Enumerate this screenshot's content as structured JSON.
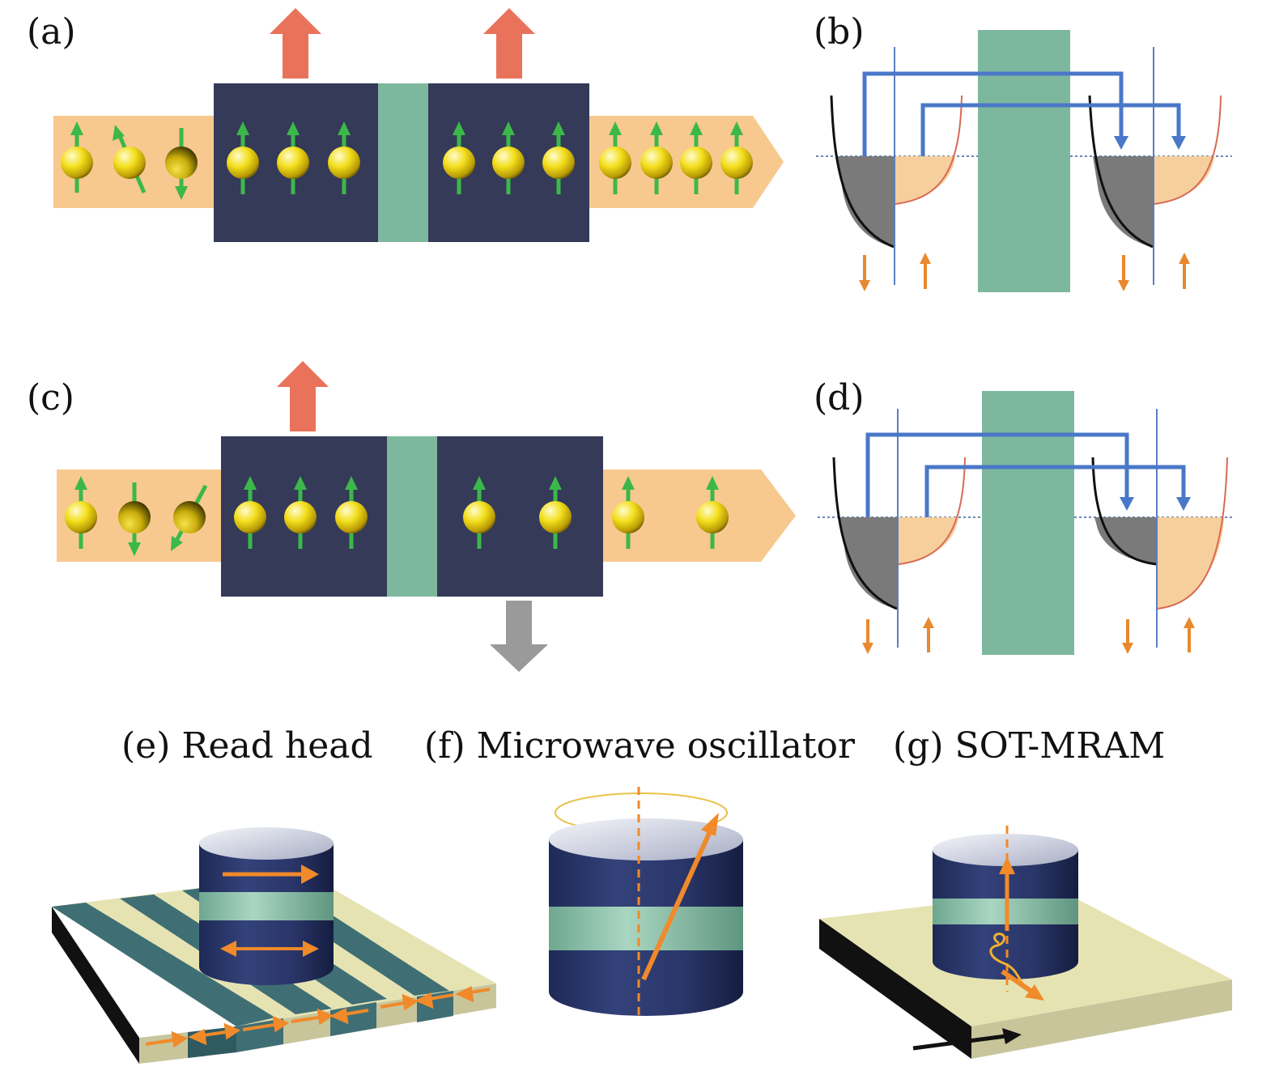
{
  "panels": {
    "a": {
      "label": "(a)"
    },
    "b": {
      "label": "(b)"
    },
    "c": {
      "label": "(c)"
    },
    "d": {
      "label": "(d)"
    },
    "e": {
      "label": "(e)",
      "caption": "Read head"
    },
    "f": {
      "label": "(f)",
      "caption": "Microwave oscillator"
    },
    "g": {
      "label": "(g)",
      "caption": "SOT-MRAM"
    }
  },
  "colors": {
    "lead": "#f7c98f",
    "ferromagnet": "#343a58",
    "barrier": "#7db89e",
    "spin_ball": "#f2dc1a",
    "spin_arrow": "#3cb84a",
    "magnetization_arrow": "#e8735a",
    "magnetization_arrow_down": "#9a9a9a",
    "tunneling_path": "#4a78c8",
    "dos_fill_gray": "#7a7a7a",
    "dos_fill_orange": "#f7cf9c",
    "dos_curve_red": "#d86a55",
    "spin_label_arrow": "#e8892f",
    "fermi_level": "#6a86b8",
    "substrate": "#e6e3b3",
    "stripe_dark": "#3f6f75",
    "device_arrow": "#f08a2a"
  }
}
